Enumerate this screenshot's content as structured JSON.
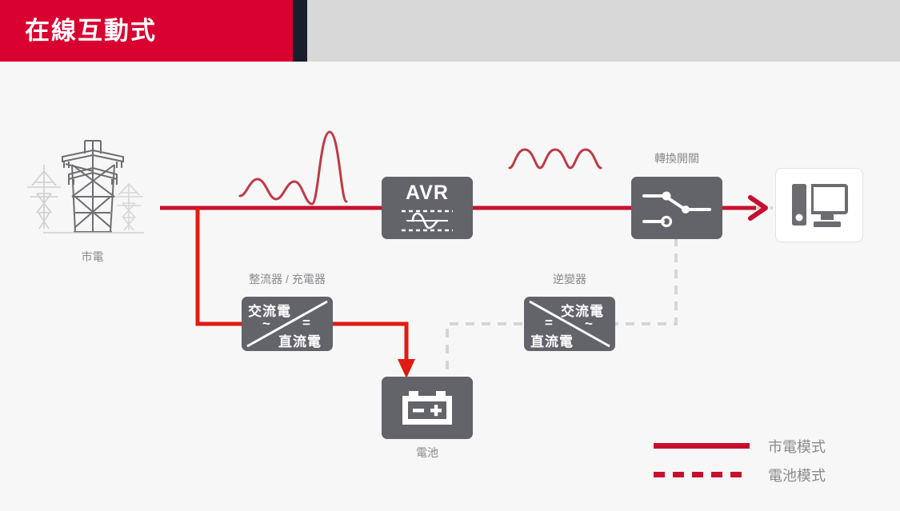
{
  "header": {
    "title": "在線互動式",
    "red_color": "#d9012f",
    "accent_color": "#1b1d2b",
    "gray_color": "#d8d8d8"
  },
  "colors": {
    "utility_line": "#c8102e",
    "battery_line": "#d5d5d5",
    "block_fill": "#63636a",
    "caption_text": "#8a8a8f",
    "background": "#f7f7f7"
  },
  "diagram": {
    "utility": {
      "caption": "市電",
      "icon": "power-transmission-tower-icon"
    },
    "input_waveform": {
      "name": "distorted-input-waveform",
      "description": "unstable irregular sine wave"
    },
    "avr": {
      "label": "AVR",
      "icon": "sine-wave-regulation-icon"
    },
    "output_waveform": {
      "name": "clean-output-waveform",
      "description": "regular stable sine wave"
    },
    "transfer_switch": {
      "caption": "轉換開關",
      "icon": "transfer-switch-icon"
    },
    "rectifier": {
      "caption": "整流器 / 充電器",
      "top_label": "交流電",
      "top_symbol": "~",
      "bottom_symbol": "=",
      "bottom_label": "直流電"
    },
    "inverter": {
      "caption": "逆變器",
      "top_label": "交流電",
      "top_symbol": "~",
      "bottom_symbol": "=",
      "bottom_label": "直流電"
    },
    "battery": {
      "caption": "電池",
      "minus": "−",
      "plus": "+",
      "icon": "battery-icon"
    },
    "load": {
      "icon": "desktop-computer-icon"
    }
  },
  "legend": {
    "items": [
      {
        "label": "市電模式",
        "style": "solid",
        "color": "#c8102e"
      },
      {
        "label": "電池模式",
        "style": "dashed",
        "color": "#c8102e"
      }
    ]
  }
}
